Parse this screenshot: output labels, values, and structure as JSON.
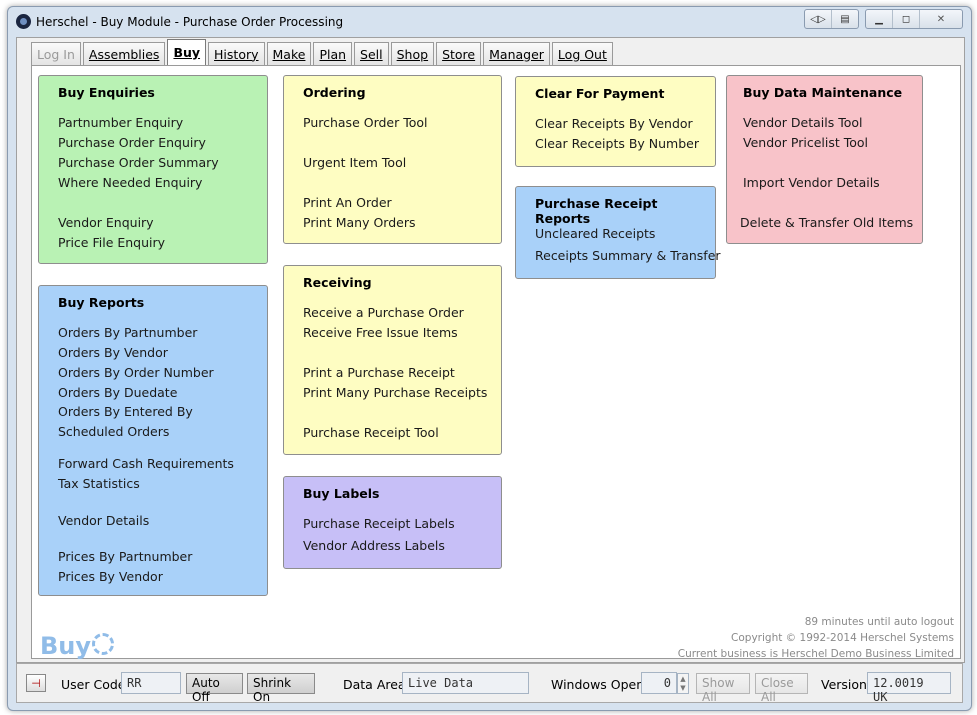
{
  "window": {
    "title": "Herschel - Buy Module - Purchase Order Processing"
  },
  "tabs": [
    {
      "label": "Log In",
      "state": "disabled"
    },
    {
      "label": "Assemblies",
      "state": "normal"
    },
    {
      "label": "Buy",
      "state": "active"
    },
    {
      "label": "History",
      "state": "normal"
    },
    {
      "label": "Make",
      "state": "normal"
    },
    {
      "label": "Plan",
      "state": "normal"
    },
    {
      "label": "Sell",
      "state": "normal"
    },
    {
      "label": "Shop",
      "state": "normal"
    },
    {
      "label": "Store",
      "state": "normal"
    },
    {
      "label": "Manager",
      "state": "normal"
    },
    {
      "label": "Log Out",
      "state": "normal"
    }
  ],
  "panels": {
    "buy_enquiries": {
      "title": "Buy Enquiries",
      "items": [
        "Partnumber Enquiry",
        "Purchase Order Enquiry",
        "Purchase Order Summary",
        "Where Needed Enquiry",
        "Vendor Enquiry",
        "Price File Enquiry"
      ]
    },
    "buy_reports": {
      "title": "Buy Reports",
      "items": [
        "Orders By Partnumber",
        "Orders By Vendor",
        "Orders By Order Number",
        "Orders By Duedate",
        "Orders By Entered By",
        "Scheduled Orders",
        "Forward Cash Requirements",
        "Tax Statistics",
        "Vendor Details",
        "Prices By Partnumber",
        "Prices By Vendor"
      ]
    },
    "ordering": {
      "title": "Ordering",
      "items": [
        "Purchase Order Tool",
        "Urgent Item Tool",
        "Print An Order",
        "Print Many Orders"
      ]
    },
    "receiving": {
      "title": "Receiving",
      "items": [
        "Receive a Purchase Order",
        "Receive Free Issue Items",
        "Print a Purchase Receipt",
        "Print Many Purchase Receipts",
        "Purchase Receipt Tool"
      ]
    },
    "buy_labels": {
      "title": "Buy Labels",
      "items": [
        "Purchase Receipt Labels",
        "Vendor Address Labels"
      ]
    },
    "clear_for_payment": {
      "title": "Clear For Payment",
      "items": [
        "Clear Receipts By Vendor",
        "Clear Receipts By Number"
      ]
    },
    "purchase_receipt_reports": {
      "title": "Purchase Receipt Reports",
      "items": [
        "Uncleared Receipts",
        "Receipts Summary & Transfer"
      ]
    },
    "buy_data_maintenance": {
      "title": "Buy Data Maintenance",
      "items": [
        "Vendor Details Tool",
        "Vendor Pricelist Tool",
        "Import Vendor Details",
        "Delete & Transfer Old Items"
      ]
    }
  },
  "logo_text": "Buy",
  "info": {
    "auto_logout": "89 minutes until auto logout",
    "copyright": "Copyright © 1992-2014 Herschel Systems",
    "business": "Current business is Herschel Demo Business Limited"
  },
  "status": {
    "user_code_label": "User Code",
    "user_code_value": "RR",
    "auto_off_label": "Auto Off",
    "shrink_on_label": "Shrink On",
    "data_area_label": "Data Area",
    "data_area_value": "Live Data",
    "windows_open_label": "Windows Open",
    "windows_open_value": "0",
    "show_all_label": "Show All",
    "close_all_label": "Close All",
    "version_label": "Version",
    "version_value": "12.0019 UK"
  },
  "colors": {
    "green_panel": "#b9f2b4",
    "blue_panel": "#a9d1f9",
    "yellow_panel": "#fefdc2",
    "pink_panel": "#f8c3c9",
    "purple_panel": "#c7bff7"
  }
}
